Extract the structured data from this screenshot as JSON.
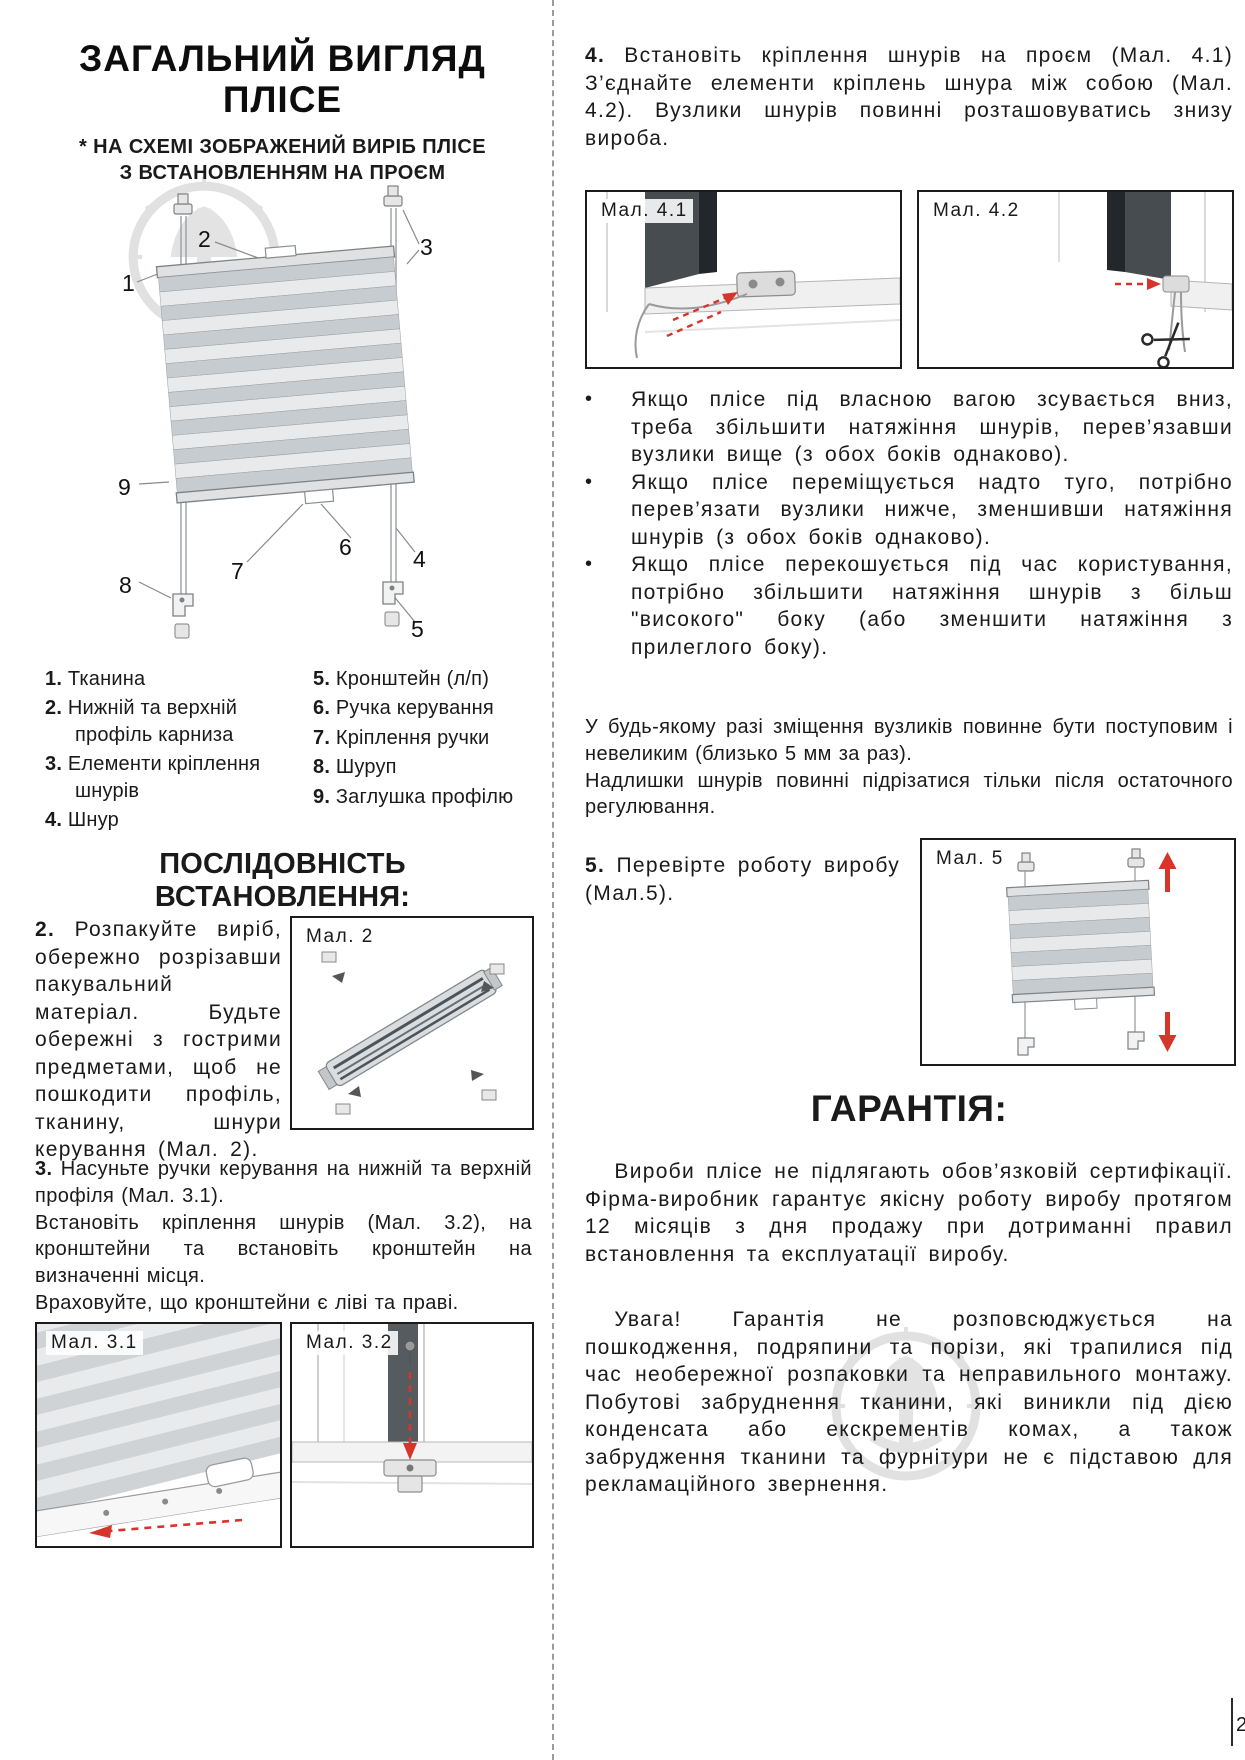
{
  "page": {
    "number": "2"
  },
  "colors": {
    "accent_red": "#d6352b",
    "watermark_gray": "#c2c2c2"
  },
  "left": {
    "title_line1": "ЗАГАЛЬНИЙ ВИГЛЯД",
    "title_line2": "ПЛІСЕ",
    "subtitle_line1": "* НА СХЕМІ ЗОБРАЖЕНИЙ ВИРІБ ПЛІСЕ",
    "subtitle_line2": "З ВСТАНОВЛЕННЯМ НА ПРОЄМ",
    "diagram": {
      "callouts": {
        "n1": "1",
        "n2": "2",
        "n3": "3",
        "n4": "4",
        "n5": "5",
        "n6": "6",
        "n7": "7",
        "n8": "8",
        "n9": "9"
      }
    },
    "legend_col1": [
      {
        "num": "1.",
        "text": "Тканина"
      },
      {
        "num": "2.",
        "text": "Нижній та верхній профіль карниза"
      },
      {
        "num": "3.",
        "text": "Елементи кріплення шнурів"
      },
      {
        "num": "4.",
        "text": "Шнур"
      }
    ],
    "legend_col2": [
      {
        "num": "5.",
        "text": "Кронштейн (л/п)"
      },
      {
        "num": "6.",
        "text": "Ручка керування"
      },
      {
        "num": "7.",
        "text": "Кріплення ручки"
      },
      {
        "num": "8.",
        "text": "Шуруп"
      },
      {
        "num": "9.",
        "text": "Заглушка профілю"
      }
    ],
    "sequence_title": "ПОСЛІДОВНІСТЬ ВСТАНОВЛЕННЯ:",
    "step2": {
      "num": "2.",
      "text": "Розпакуйте виріб, обережно розрізавши пакувальний матеріал. Будьте обережні з гострими предметами, щоб не пошкодити профіль, тканину, шнури керування (Мал. 2)."
    },
    "fig2_label": "Мал. 2",
    "step3": {
      "num": "3.",
      "text": "Насуньте ручки керування на нижній та верхній профіля (Мал. 3.1).",
      "text2": "Встановіть кріплення шнурів (Мал. 3.2), на кронштейни та встановіть кронштейн на визначенні місця.",
      "text3": "Враховуйте, що кронштейни є ліві та праві."
    },
    "fig31_label": "Мал. 3.1",
    "fig32_label": "Мал. 3.2"
  },
  "right": {
    "step4": {
      "num": "4.",
      "text": "Встановіть кріплення шнурів на проєм (Мал. 4.1) З’єднайте елементи кріплень шнура між собою (Мал. 4.2). Вузлики шнурів повинні розташовуватись знизу вироба."
    },
    "fig41_label": "Мал. 4.1",
    "fig42_label": "Мал. 4.2",
    "bullet_glyph": "•",
    "bullets": [
      "Якщо плісе під власною вагою зсувається вниз, треба збільшити натяжіння шнурів, перев’язавши вузлики вище (з обох боків однаково).",
      "Якщо плісе переміщується надто туго, потрібно перев’язати вузлики нижче, зменшивши натяжіння шнурів (з обох боків однаково).",
      "Якщо плісе перекошується під час користування, потрібно збільшити натяжіння шнурів з більш \"високого\" боку (або зменшити натяжіння з прилеглого боку)."
    ],
    "note1": "У будь-якому разі зміщення вузликів повинне бути поступовим і невеликим (близько 5 мм за раз).",
    "note2": "Надлишки шнурів повинні підрізатися тільки після остаточного регулювання.",
    "step5": {
      "num": "5.",
      "text": "Перевірте роботу виробу (Мал.5)."
    },
    "fig5_label": "Мал. 5",
    "warranty_title": "ГАРАНТІЯ:",
    "warranty_p1": "Вироби плісе не підлягають обов’язковій сертифікації. Фірма-виробник гарантує якісну роботу виробу протягом 12 місяців з дня продажу при дотриманні правил встановлення та експлуатації виробу.",
    "warranty_p2": "Увага! Гарантія не розповсюджується на пошкодження, подряпини та порізи, які трапилися під час необережної розпаковки та неправильного монтажу. Побутові забруднення тканини, які виникли під дією конденсата або екскрементів комах, а також забрудження тканини та фурнітури не є підставою для рекламаційного звернення."
  }
}
